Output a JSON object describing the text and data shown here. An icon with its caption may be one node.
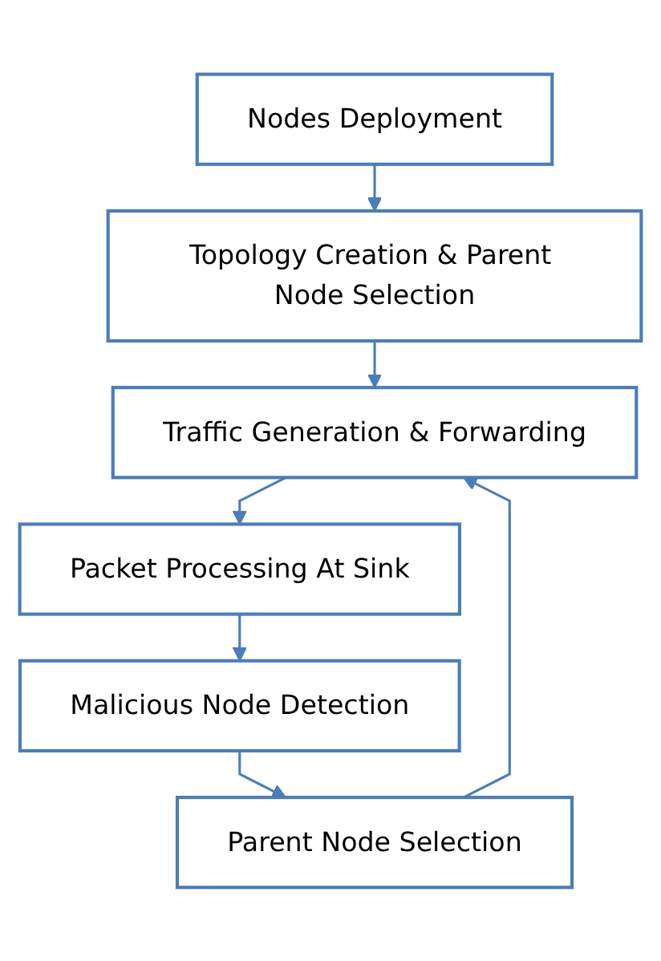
{
  "diagram": {
    "nodes": [
      {
        "text": [
          "Nodes Deployment"
        ]
      },
      {
        "text": [
          "Topology Creation & Parent Node Selection"
        ]
      },
      {
        "text": [
          "Traffic Generation & Forwarding"
        ]
      },
      {
        "text": [
          "Packet Processing At Sink"
        ]
      },
      {
        "text": [
          "Malicious Node Detection"
        ]
      },
      {
        "text": [
          "Parent Node Selection"
        ]
      }
    ],
    "edges": [
      {
        "from": 0,
        "to": 1,
        "arrow": "to"
      },
      {
        "from": 1,
        "to": 2,
        "arrow": "to"
      },
      {
        "from": 2,
        "to": 3,
        "arrow": "to"
      },
      {
        "from": 3,
        "to": 4,
        "arrow": "to"
      },
      {
        "from": 4,
        "to": 5,
        "arrow": "to"
      },
      {
        "from": 5,
        "to": 2,
        "arrow": "to"
      }
    ]
  }
}
